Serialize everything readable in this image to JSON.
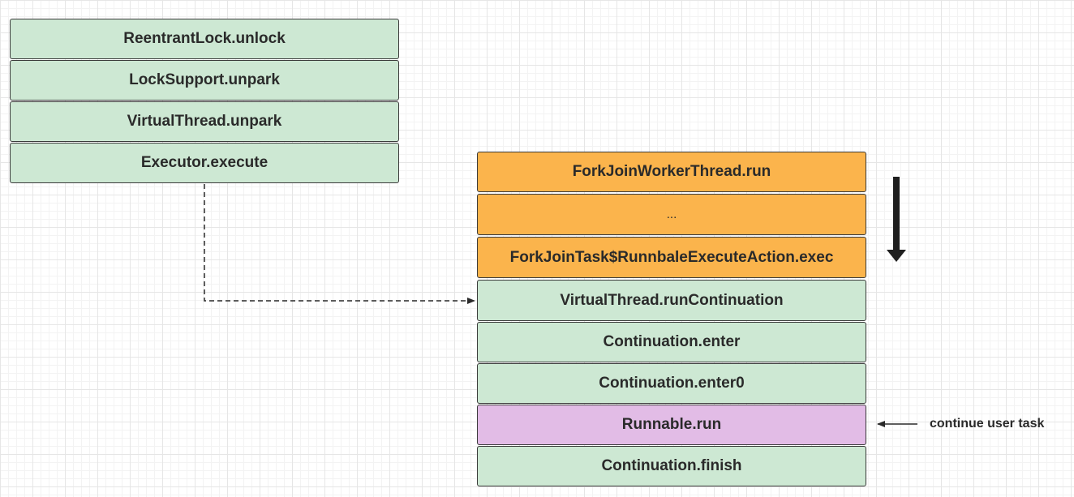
{
  "left_stack": {
    "frames": [
      "ReentrantLock.unlock",
      "LockSupport.unpark",
      "VirtualThread.unpark",
      "Executor.execute"
    ]
  },
  "right_stack": {
    "frames": [
      "ForkJoinWorkerThread.run",
      "...",
      "ForkJoinTask$RunnbaleExecuteAction.exec",
      "VirtualThread.runContinuation",
      "Continuation.enter",
      "Continuation.enter0",
      "Runnable.run",
      "Continuation.finish"
    ]
  },
  "annotations": {
    "runnable_note": "continue user task"
  },
  "colors": {
    "green": "#cde8d3",
    "orange": "#fbb44c",
    "purple": "#e2bce6",
    "border": "#3a3a3a"
  }
}
